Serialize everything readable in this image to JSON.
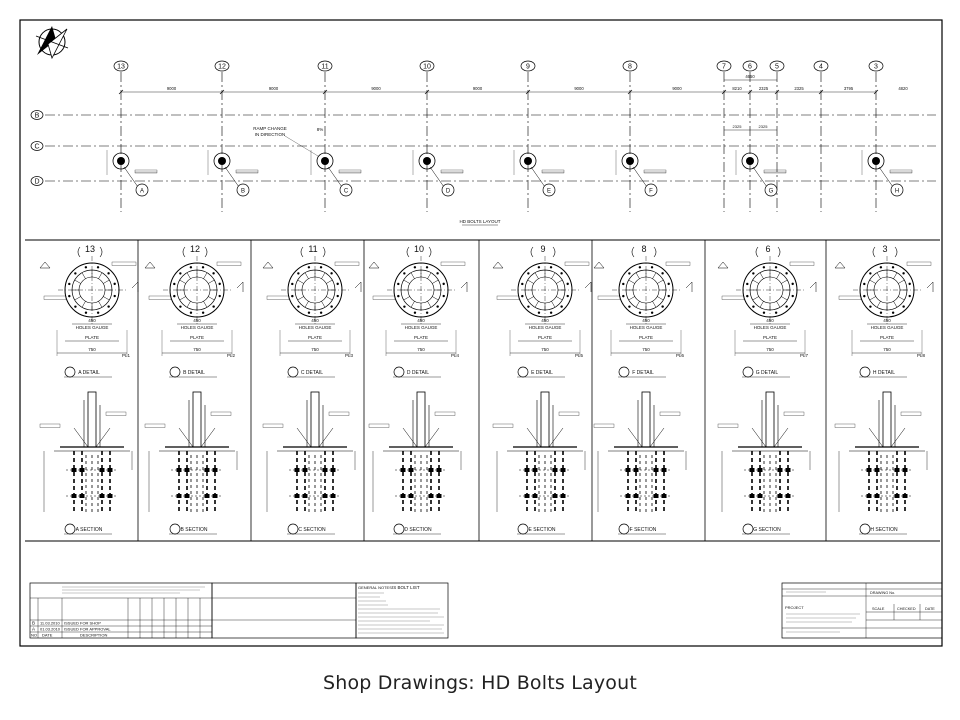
{
  "caption": "Shop Drawings: HD Bolts Layout",
  "plan": {
    "title": "HD BOLTS LAYOUT",
    "grid_columns": [
      "13",
      "12",
      "11",
      "10",
      "9",
      "8",
      "7",
      "6",
      "5",
      "4",
      "3"
    ],
    "grid_rows": [
      "B",
      "C",
      "D"
    ],
    "spacings": [
      "9000",
      "9000",
      "9000",
      "9000",
      "9000",
      "9000",
      "8210",
      "2325",
      "2325",
      "3795",
      "4820"
    ],
    "upper_dims": [
      "4650",
      "2325",
      "2325"
    ],
    "note_ramp": "RAMP CHANGE IN DIRECTION",
    "note_slope": "8%",
    "bubble_labels": [
      "A",
      "B",
      "C",
      "D",
      "E",
      "F",
      "G",
      "H"
    ]
  },
  "details": [
    {
      "column": "13",
      "detail": "A",
      "plate": "PL",
      "plan_label": "A DETAIL",
      "section_label": "A SECTION"
    },
    {
      "column": "12",
      "detail": "B",
      "plate": "PL",
      "plan_label": "B DETAIL",
      "section_label": "B SECTION"
    },
    {
      "column": "11",
      "detail": "C",
      "plate": "PL",
      "plan_label": "C DETAIL",
      "section_label": "C SECTION"
    },
    {
      "column": "10",
      "detail": "D",
      "plate": "PL",
      "plan_label": "D DETAIL",
      "section_label": "D SECTION"
    },
    {
      "column": "9",
      "detail": "E",
      "plate": "PL",
      "plan_label": "E DETAIL",
      "section_label": "E SECTION"
    },
    {
      "column": "8",
      "detail": "F",
      "plate": "PL",
      "plan_label": "F DETAIL",
      "section_label": "F SECTION"
    },
    {
      "column": "6",
      "detail": "G",
      "plate": "PL",
      "plan_label": "G DETAIL",
      "section_label": "G SECTION"
    },
    {
      "column": "3",
      "detail": "H",
      "plate": "PL",
      "plan_label": "H DETAIL",
      "section_label": "H SECTION"
    }
  ],
  "detail_text": {
    "dim_inner": "450",
    "holes_gauge": "HOLES GAUGE",
    "plate": "PLATE",
    "dim_outer": "750"
  },
  "titleblock": {
    "rev_rows": [
      {
        "rev": "B",
        "date": "11.03.2010",
        "desc": "ISSUED FOR SHOP"
      },
      {
        "rev": "A",
        "date": "01.03.2010",
        "desc": "ISSUED FOR APPROVAL"
      },
      {
        "rev": "NO",
        "date": "DATE",
        "desc": "DESCRIPTION"
      }
    ],
    "general_notes": "GENERAL NOTES",
    "notes_head": "IS BOLT LIST",
    "project": "PROJECT",
    "drawing_no": "DRAWING No.",
    "scale": "SCALE",
    "checked": "CHECKED",
    "date": "DATE"
  }
}
